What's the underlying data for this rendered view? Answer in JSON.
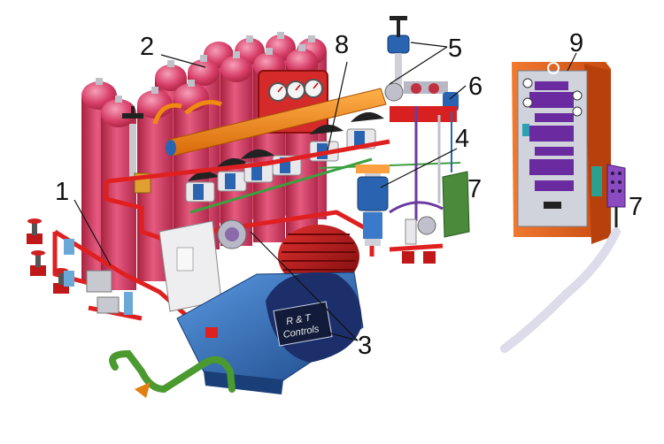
{
  "callouts": {
    "c1": "1",
    "c2": "2",
    "c3": "3",
    "c4": "4",
    "c5": "5",
    "c6": "6",
    "c7a": "7",
    "c7b": "7",
    "c8": "8",
    "c9": "9"
  },
  "brand_panel": {
    "line1": "R & T",
    "line2": "Controls"
  },
  "colors": {
    "cylinder": "#d8406a",
    "pipe_red": "#e02020",
    "pipe_orange": "#f08a10",
    "motor_red": "#b81818",
    "pump_blue": "#2a64b0",
    "cabinet_orange": "#e8601a",
    "panel_gray": "#c8c8d0",
    "panel_purple": "#6a2aa0",
    "hose_green": "#4a9a30",
    "hose_gray": "#d8d8e4"
  },
  "components": [
    "gas-cylinders",
    "discharge-manifold",
    "pressure-gauges",
    "solenoid-valves",
    "pump-motor",
    "piping",
    "control-cabinet",
    "pendant-controller"
  ]
}
